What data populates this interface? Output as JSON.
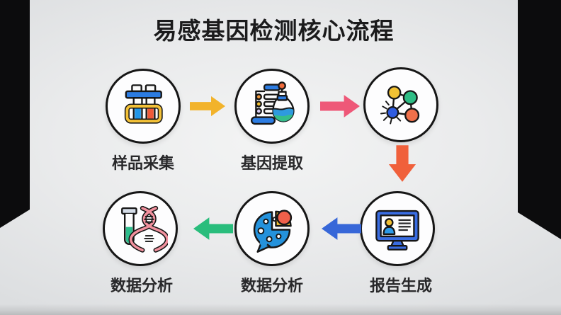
{
  "title": "易感基因检测核心流程",
  "steps": [
    {
      "label": "样品采集",
      "icon": "test-tubes-icon"
    },
    {
      "label": "基因提取",
      "icon": "clipboard-flask-icon"
    },
    {
      "label": "",
      "icon": "molecule-network-icon"
    },
    {
      "label": "报告生成",
      "icon": "report-monitor-icon"
    },
    {
      "label": "数据分析",
      "icon": "pie-chart-bubble-icon"
    },
    {
      "label": "数据分析",
      "icon": "dna-test-tube-icon"
    }
  ],
  "arrows": [
    {
      "direction": "right",
      "color": "#F2B32B"
    },
    {
      "direction": "right",
      "color": "#EE5878"
    },
    {
      "direction": "down",
      "color": "#F0603B"
    },
    {
      "direction": "left",
      "color": "#3767D8"
    },
    {
      "direction": "left",
      "color": "#29BD7C"
    }
  ],
  "colors": {
    "background": "#0C0C0D",
    "panel": "#EAEBEC",
    "title_text": "#1B1B1C",
    "label_text": "#28282A",
    "circle_border": "#161616",
    "circle_fill": "#FDFDFE"
  }
}
